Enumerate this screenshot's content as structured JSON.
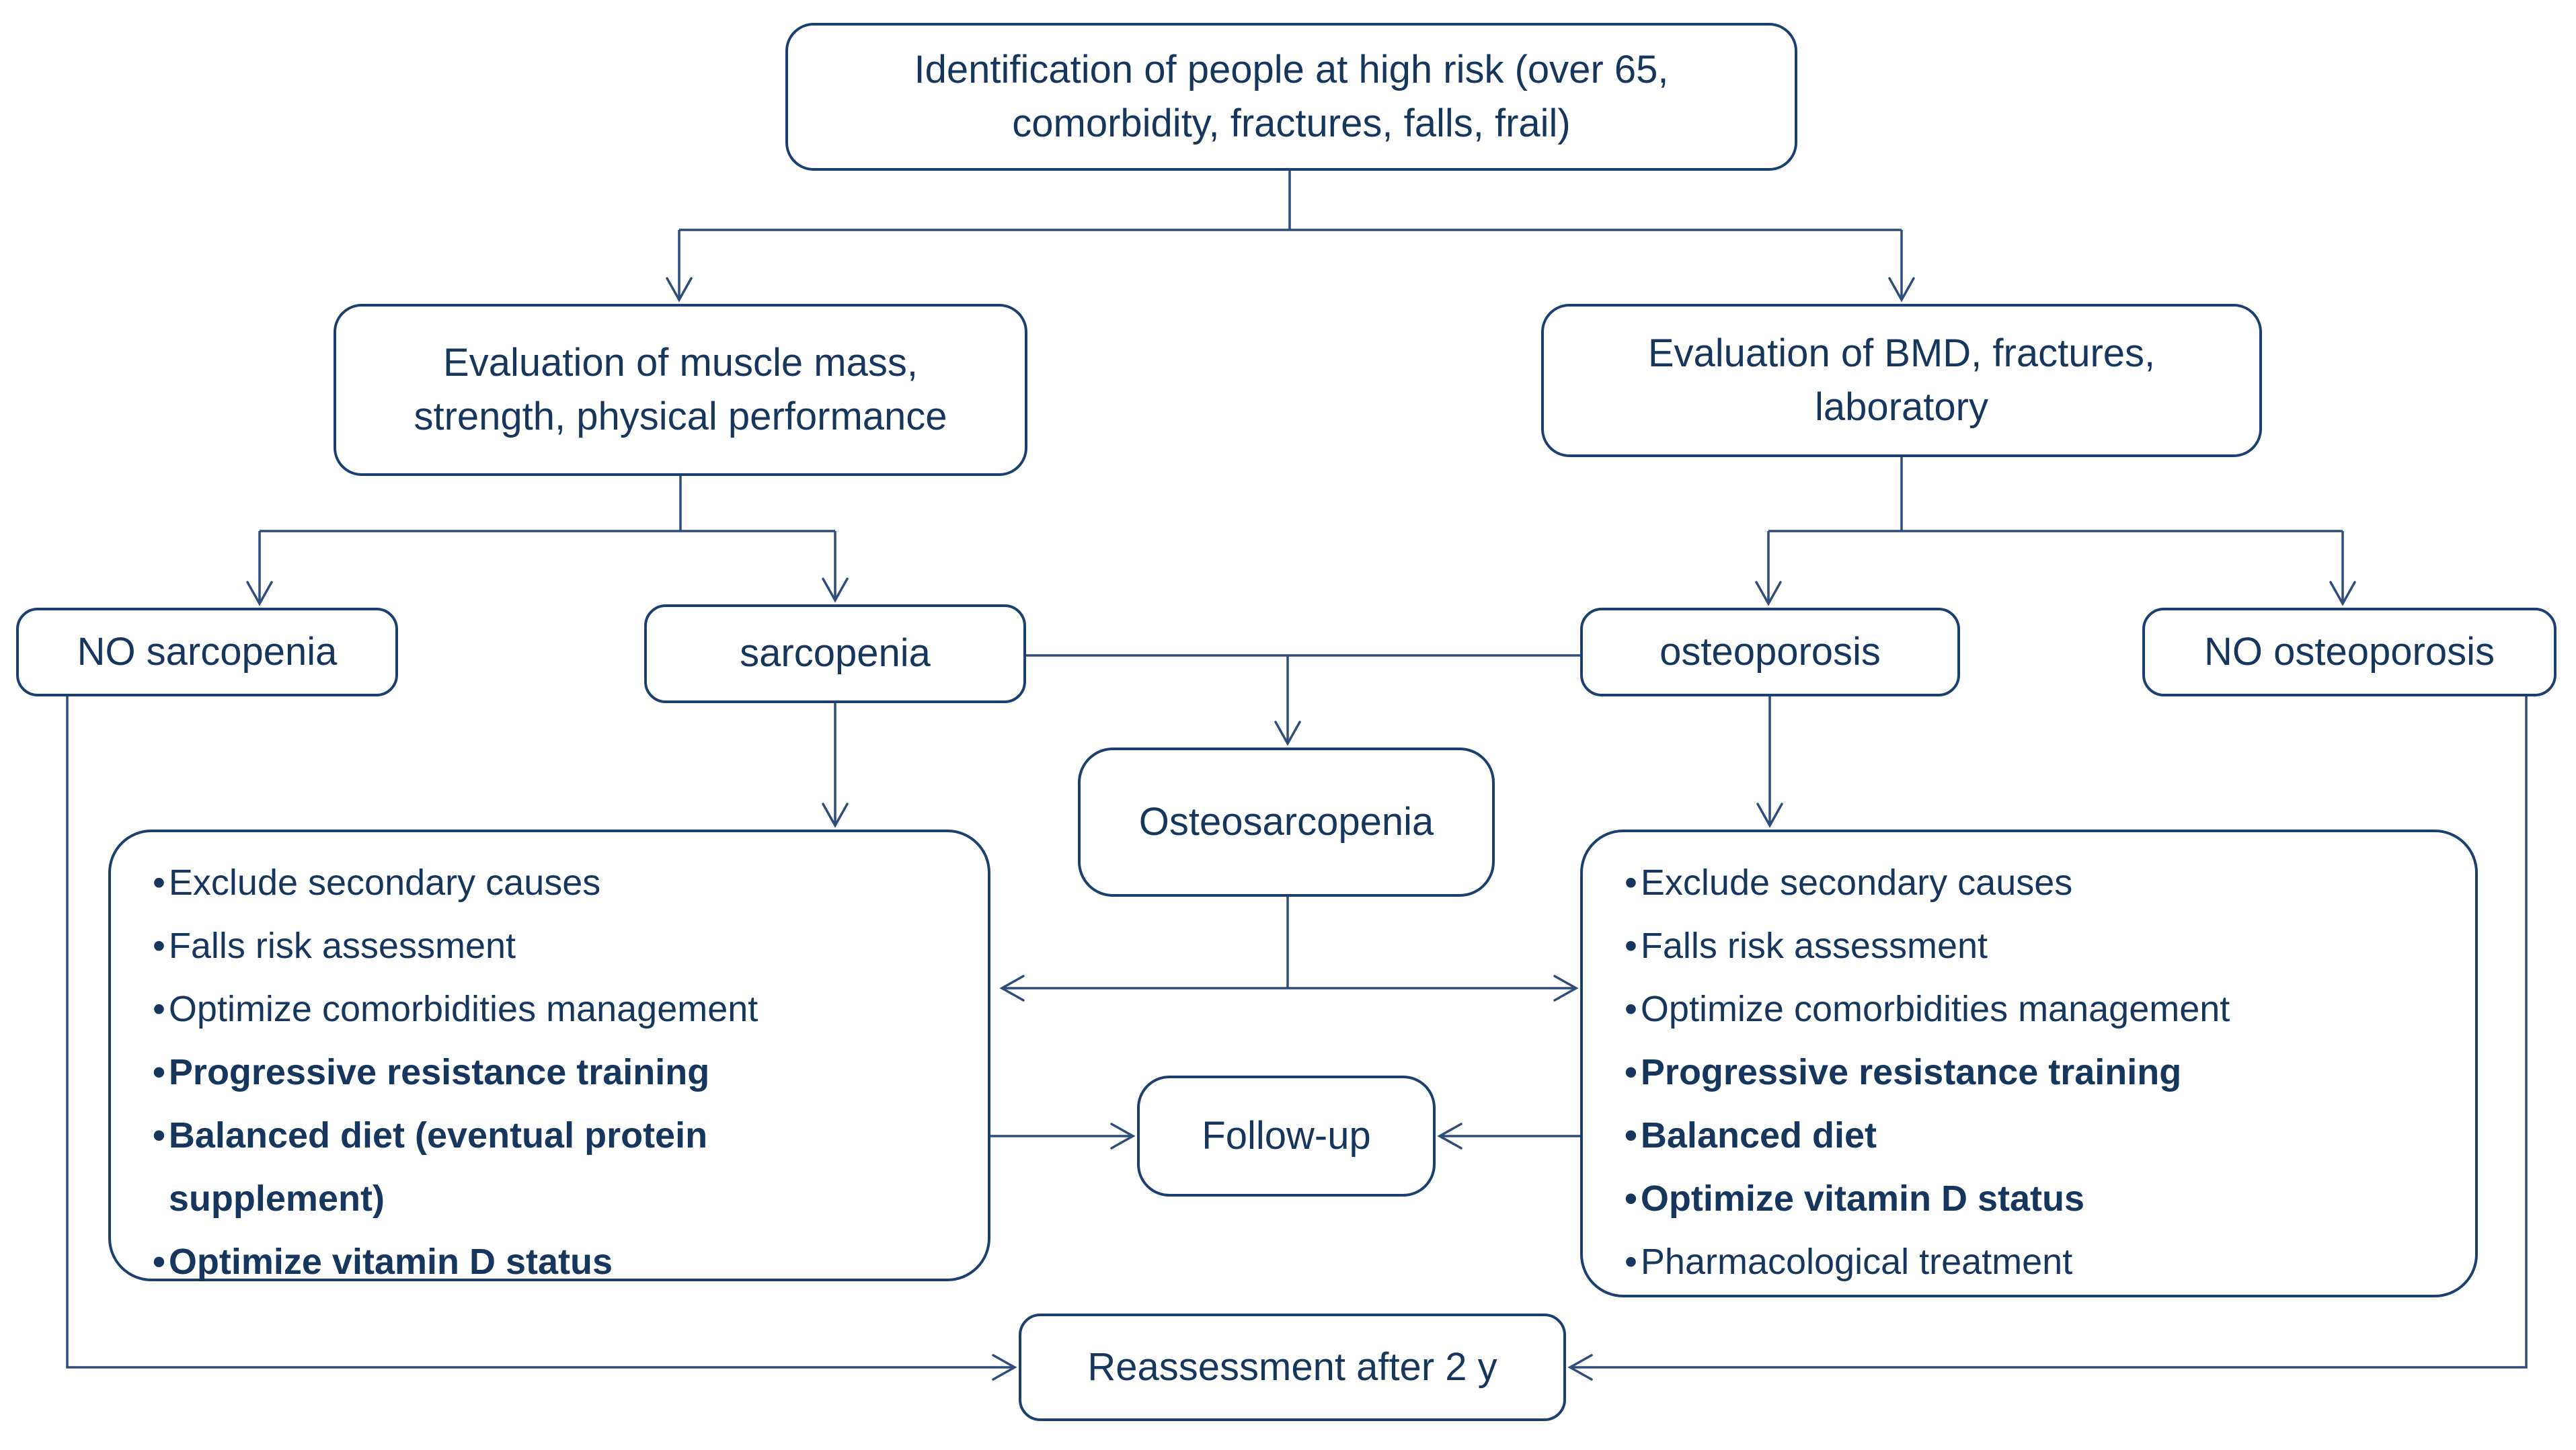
{
  "diagram": {
    "colors": {
      "background": "#ffffff",
      "box_border": "#1b3f6e",
      "text": "#17365d",
      "connector": "#2e4d7b"
    },
    "bullet_char": "•",
    "nodes": {
      "identification": {
        "label": "Identification of people at high risk (over 65, comorbidity, fractures, falls, frail)"
      },
      "eval_muscle": {
        "label": "Evaluation of muscle mass, strength, physical performance"
      },
      "eval_bmd": {
        "label": "Evaluation of BMD, fractures, laboratory"
      },
      "no_sarcopenia": {
        "label": "NO sarcopenia"
      },
      "sarcopenia": {
        "label": "sarcopenia"
      },
      "osteoporosis": {
        "label": "osteoporosis"
      },
      "no_osteoporosis": {
        "label": "NO osteoporosis"
      },
      "osteosarcopenia": {
        "label": "Osteosarcopenia"
      },
      "follow_up": {
        "label": "Follow-up"
      },
      "reassessment": {
        "label": "Reassessment after 2 y"
      }
    },
    "lists": {
      "sarcopenia_management": {
        "items": [
          {
            "text": "Exclude secondary causes",
            "bold": false
          },
          {
            "text": "Falls risk assessment",
            "bold": false
          },
          {
            "text": "Optimize comorbidities management",
            "bold": false
          },
          {
            "text": "Progressive resistance training",
            "bold": true
          },
          {
            "text": "Balanced diet (eventual protein supplement)",
            "bold": true
          },
          {
            "text": "Optimize vitamin D status",
            "bold": true
          }
        ]
      },
      "osteoporosis_management": {
        "items": [
          {
            "text": "Exclude secondary causes",
            "bold": false
          },
          {
            "text": "Falls risk assessment",
            "bold": false
          },
          {
            "text": "Optimize comorbidities management",
            "bold": false
          },
          {
            "text": "Progressive resistance training",
            "bold": true
          },
          {
            "text": "Balanced diet",
            "bold": true
          },
          {
            "text": "Optimize vitamin D status",
            "bold": true
          },
          {
            "text": "Pharmacological treatment",
            "bold": false
          }
        ]
      }
    }
  }
}
